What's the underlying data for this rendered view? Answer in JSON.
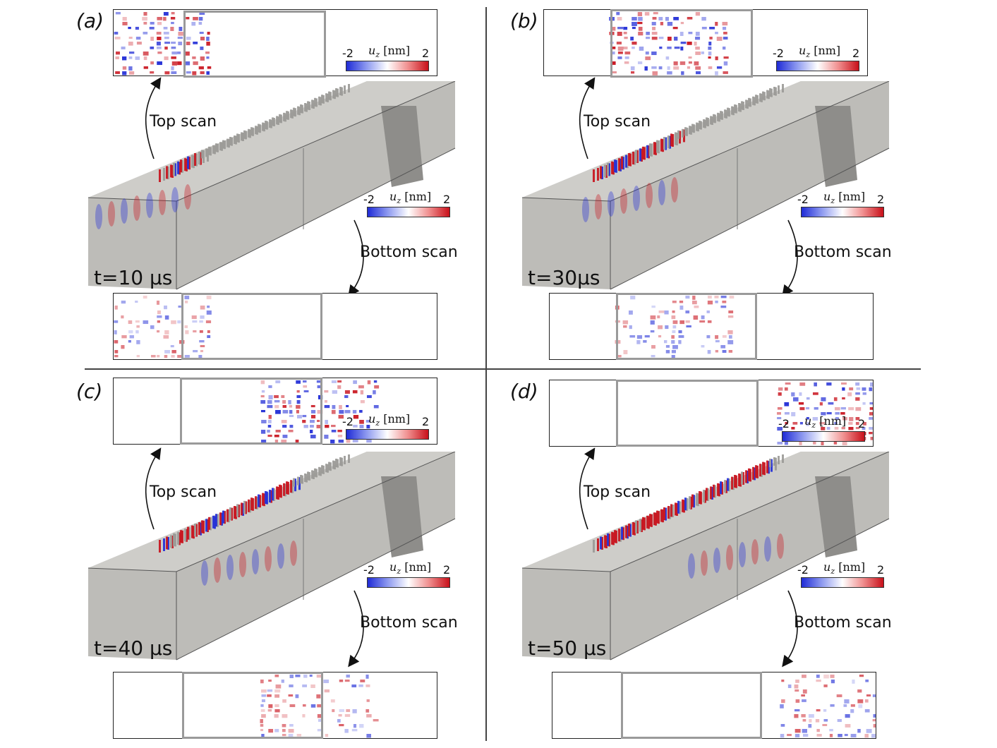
{
  "panels": [
    {
      "label": "(a)",
      "time": "t=10 μs",
      "top_scan": "Top scan",
      "bottom_scan": "Bottom scan"
    },
    {
      "label": "(b)",
      "time": "t=30μs",
      "top_scan": "Top scan",
      "bottom_scan": "Bottom scan"
    },
    {
      "label": "(c)",
      "time": "t=40 μs",
      "top_scan": "Top scan",
      "bottom_scan": "Bottom scan"
    },
    {
      "label": "(d)",
      "time": "t=50 μs",
      "top_scan": "Top scan",
      "bottom_scan": "Bottom scan"
    }
  ],
  "colorbar": {
    "min": "-2",
    "max": "2",
    "title": "u_z [nm]",
    "title_sub": "z",
    "title_unit": " [nm]",
    "title_main": "u"
  },
  "colors": {
    "negative": "#1f2bd6",
    "positive": "#c8101a",
    "structure": "#bdbcb8",
    "structure_dark": "#8e8d8a"
  }
}
